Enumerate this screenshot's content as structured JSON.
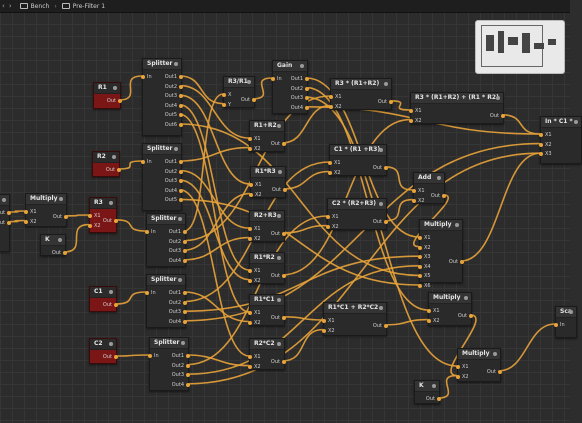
{
  "toolbar": {
    "back_icon": "chevron-left-icon",
    "forward_icon": "chevron-right-icon",
    "breadcrumb": [
      "Bench",
      "Pre-Filter 1"
    ]
  },
  "colors": {
    "wire": "#e8a33a",
    "input_node": "#7a1616",
    "node_body": "#2a2a2a"
  },
  "nodes": [
    {
      "id": "r1",
      "title": "R1",
      "red": true,
      "outputs": [
        "Out"
      ],
      "inputs": []
    },
    {
      "id": "r2",
      "title": "R2",
      "red": true,
      "outputs": [
        "Out"
      ],
      "inputs": []
    },
    {
      "id": "r3",
      "title": "R3",
      "red": true,
      "outputs": [
        "Out"
      ],
      "inputs": [
        "X1",
        "X2"
      ]
    },
    {
      "id": "c1",
      "title": "C1",
      "red": true,
      "outputs": [
        "Out"
      ],
      "inputs": []
    },
    {
      "id": "c2",
      "title": "C2",
      "red": true,
      "outputs": [
        "Out"
      ],
      "inputs": []
    },
    {
      "id": "mult_left",
      "title": "Multiply",
      "outputs": [
        "Out"
      ],
      "inputs": [
        "X1",
        "X2"
      ]
    },
    {
      "id": "k1",
      "title": "K",
      "outputs": [
        "Out"
      ],
      "inputs": []
    },
    {
      "id": "split1",
      "title": "Splitter",
      "inputs": [
        "In"
      ],
      "outputs": [
        "Out1",
        "Out2",
        "Out3",
        "Out4",
        "Out5",
        "Out6"
      ]
    },
    {
      "id": "split2",
      "title": "Splitter",
      "inputs": [
        "In"
      ],
      "outputs": [
        "Out1",
        "Out2",
        "Out3",
        "Out4",
        "Out5"
      ]
    },
    {
      "id": "split3",
      "title": "Splitter",
      "inputs": [
        "In"
      ],
      "outputs": [
        "Out1",
        "Out2",
        "Out3",
        "Out4"
      ]
    },
    {
      "id": "split4",
      "title": "Splitter",
      "inputs": [
        "In"
      ],
      "outputs": [
        "Out1",
        "Out2",
        "Out3",
        "Out4"
      ]
    },
    {
      "id": "split5",
      "title": "Splitter",
      "inputs": [
        "In"
      ],
      "outputs": [
        "Out1",
        "Out2",
        "Out3",
        "Out4"
      ]
    },
    {
      "id": "r3r1",
      "title": "R3/R1",
      "inputs": [
        "X",
        "Y"
      ],
      "outputs": [
        "Out"
      ]
    },
    {
      "id": "gain",
      "title": "Gain",
      "inputs": [
        "In"
      ],
      "outputs": [
        "Out1",
        "Out2",
        "Out3",
        "Out4"
      ]
    },
    {
      "id": "r1pr2",
      "title": "R1+R2",
      "inputs": [
        "X1",
        "X2"
      ],
      "outputs": [
        "Out"
      ]
    },
    {
      "id": "r1r3",
      "title": "R1*R3",
      "inputs": [
        "X1",
        "X2"
      ],
      "outputs": [
        "Out"
      ]
    },
    {
      "id": "r2pr3",
      "title": "R2+R3",
      "inputs": [
        "X1",
        "X2"
      ],
      "outputs": [
        "Out"
      ]
    },
    {
      "id": "r1r2",
      "title": "R1*R2",
      "inputs": [
        "X1",
        "X2"
      ],
      "outputs": [
        "Out"
      ]
    },
    {
      "id": "r1c1",
      "title": "R1*C1",
      "inputs": [
        "X1",
        "X2"
      ],
      "outputs": [
        "Out"
      ]
    },
    {
      "id": "r2c2",
      "title": "R2*C2",
      "inputs": [
        "X1",
        "X2"
      ],
      "outputs": [
        "Out"
      ]
    },
    {
      "id": "r3x",
      "title": "R3 * (R1+R2)",
      "inputs": [
        "X1",
        "X2"
      ],
      "outputs": [
        "Out"
      ]
    },
    {
      "id": "r3sum",
      "title": "R3 * (R1+R2) + (R1 * R2)",
      "inputs": [
        "X1",
        "X2"
      ],
      "outputs": [
        "Out"
      ]
    },
    {
      "id": "c1x",
      "title": "C1 * (R1 +R3)",
      "inputs": [
        "X1",
        "X2"
      ],
      "outputs": [
        "Out"
      ]
    },
    {
      "id": "c2x",
      "title": "C2 * (R2+R3)",
      "inputs": [
        "X1",
        "X2"
      ],
      "outputs": [
        "Out"
      ]
    },
    {
      "id": "add",
      "title": "Add",
      "inputs": [
        "X1",
        "X2"
      ],
      "outputs": [
        "Out"
      ]
    },
    {
      "id": "mult_big",
      "title": "Multiply",
      "inputs": [
        "X1",
        "X2",
        "X3",
        "X4",
        "X5",
        "X6"
      ],
      "outputs": [
        "Out"
      ]
    },
    {
      "id": "r1c1r2c2",
      "title": "R1*C1 + R2*C2",
      "inputs": [
        "X1",
        "X2"
      ],
      "outputs": [
        "Out"
      ]
    },
    {
      "id": "mult3",
      "title": "Multiply",
      "inputs": [
        "X1",
        "X2"
      ],
      "outputs": [
        "Out"
      ]
    },
    {
      "id": "mult4",
      "title": "Multiply",
      "inputs": [
        "X1",
        "X2"
      ],
      "outputs": [
        "Out"
      ]
    },
    {
      "id": "k2",
      "title": "K",
      "outputs": [
        "Out"
      ],
      "inputs": []
    },
    {
      "id": "inc",
      "title": "In * C1 *",
      "inputs": [
        "X1",
        "X2",
        "X3"
      ],
      "outputs": []
    },
    {
      "id": "scale",
      "title": "Sca",
      "inputs": [
        "In"
      ],
      "outputs": []
    },
    {
      "id": "leftnode",
      "title": "",
      "inputs": [],
      "outputs": [
        "Out",
        "Out"
      ]
    }
  ]
}
